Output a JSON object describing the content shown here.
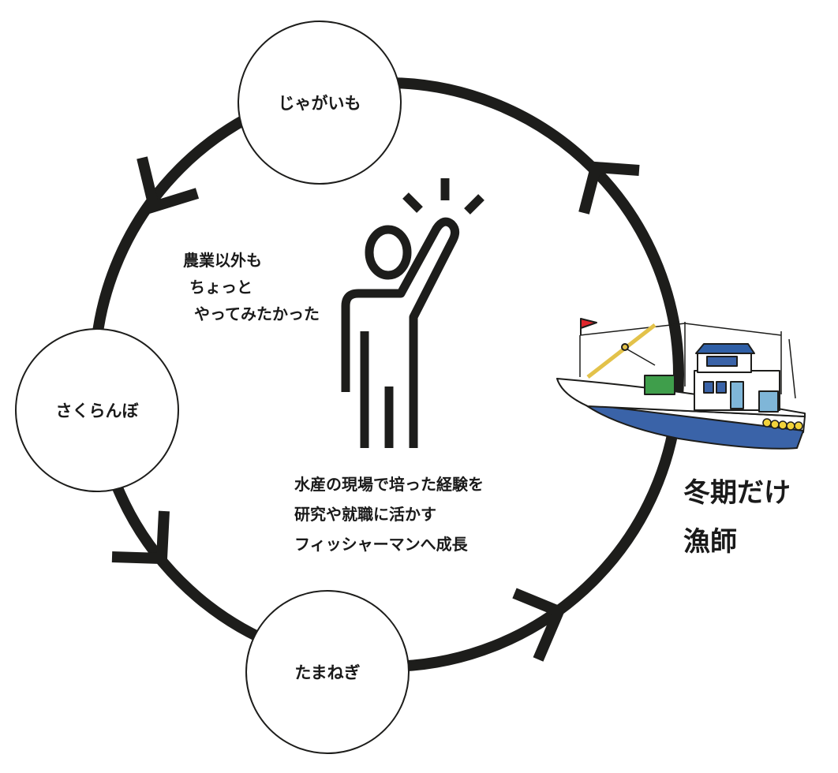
{
  "nodes": {
    "potato": "じゃがいも",
    "cherry": "さくらんぼ",
    "onion": "たまねぎ"
  },
  "side_text": [
    "農業以外も",
    "ちょっと",
    "やってみたかった"
  ],
  "center_text": [
    "水産の現場で培った経験を",
    "研究や就職に活かす",
    "フィッシャーマンへ成長"
  ],
  "winter_label": [
    "冬期だけ",
    "漁師"
  ],
  "colors": {
    "stroke": "#1d1d1b",
    "hull_blue": "#3a63a8",
    "cabin_blue": "#2f5fa6",
    "crate_green": "#3f9e4b",
    "boom_yellow": "#e3c24a",
    "flag_red": "#e0262c",
    "float_yellow": "#f1d23a"
  }
}
